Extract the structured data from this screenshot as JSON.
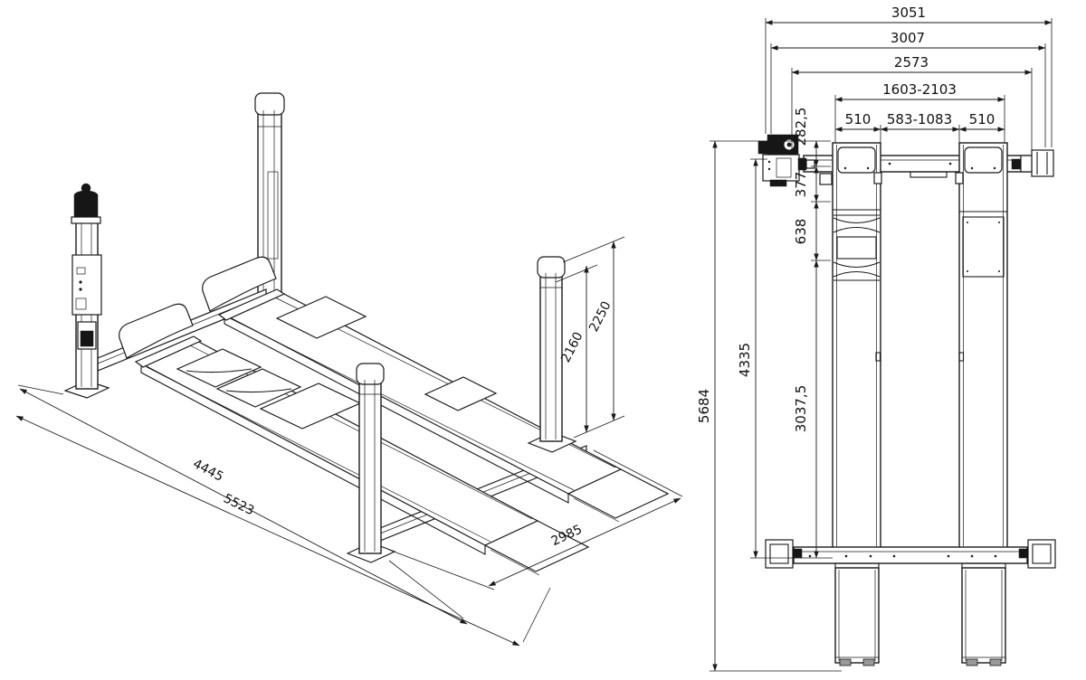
{
  "plan_view": {
    "top_dims": {
      "total": "3051",
      "outer": "3007",
      "inner": "2573",
      "runways_span": "1603-2103",
      "runway_left": "510",
      "gap": "583-1083",
      "runway_right": "510"
    },
    "side_dims": {
      "overall_length": "5684",
      "post_span": "4335",
      "rear_section": "3037,5",
      "front_overhang": "282,5",
      "seg_377": "377",
      "seg_638": "638"
    }
  },
  "iso_view": {
    "dims": {
      "height_runway": "2160",
      "height_post": "2250",
      "length_inner": "4445",
      "length_overall": "5523",
      "width_overall": "2985"
    }
  }
}
